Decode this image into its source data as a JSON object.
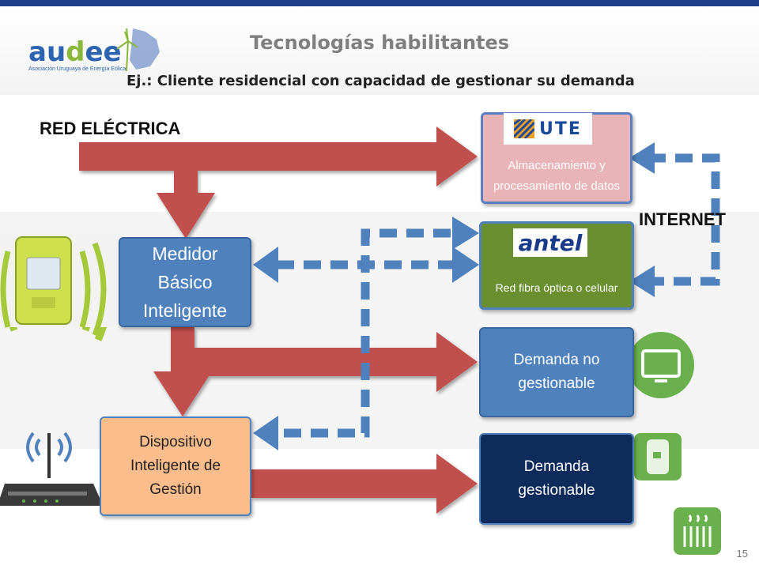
{
  "header": {
    "title": "Tecnologías habilitantes",
    "subtitle": "Ej.: Cliente residencial con capacidad de gestionar su demanda"
  },
  "logo": {
    "name": "audee",
    "tagline": "Asociación Uruguaya de Energía Eólica"
  },
  "labels": {
    "red_electrica": "RED ELÉCTRICA",
    "internet": "INTERNET"
  },
  "boxes": {
    "ute": {
      "logo_text": "UTE",
      "text": "Almacenamiento y procesamiento de datos",
      "color": "#e8b4b8"
    },
    "antel": {
      "logo_text": "antel",
      "text": "Red fibra óptica o celular",
      "color": "#6a8f2e"
    },
    "medidor": {
      "text": "Medidor Básico Inteligente",
      "color": "#4f81bd"
    },
    "demanda_no": {
      "text": "Demanda no gestionable",
      "color": "#4f81bd"
    },
    "dispositivo": {
      "text": "Dispositivo Inteligente de Gestión",
      "color": "#fbbd8c"
    },
    "demanda_si": {
      "text": "Demanda gestionable",
      "color": "#0e2b5c"
    }
  },
  "icons": {
    "meter": "smart-meter-icon",
    "router": "wifi-router-icon",
    "tv": "tv-icon",
    "boiler": "water-heater-icon",
    "radiator": "radiator-icon"
  },
  "colors": {
    "power_arrow": "#c0504d",
    "data_arrow": "#4f81bd",
    "green_badge": "#6ab04c"
  },
  "page_number": "15"
}
